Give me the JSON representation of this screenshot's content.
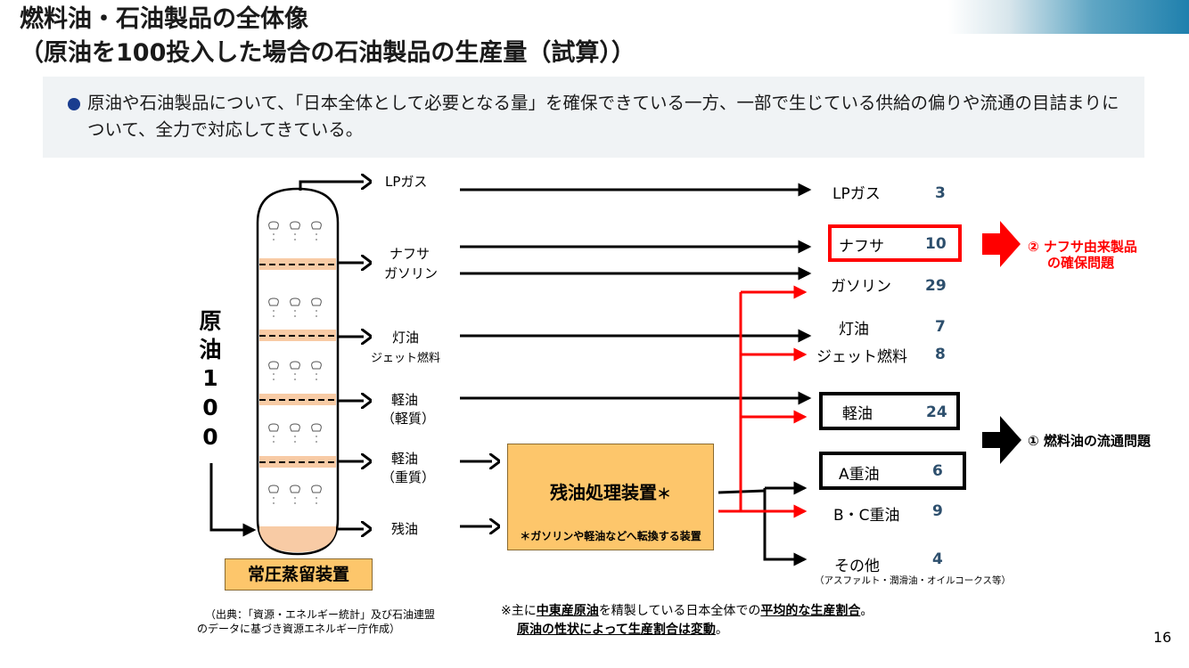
{
  "title": {
    "line1": "燃料油・石油製品の全体像",
    "line2": "（原油を100投入した場合の石油製品の生産量（試算））"
  },
  "summary": "原油や石油製品について、「日本全体として必要となる量」を確保できている一方、一部で生じている供給の偏りや流通の目詰まりについて、全力で対応してきている。",
  "crude": [
    "原",
    "油",
    "1",
    "0",
    "0"
  ],
  "fractions": {
    "lpg": "LPガス",
    "naphtha": "ナフサ",
    "gasoline": "ガソリン",
    "kerosene": "灯油",
    "jet": "ジェット燃料",
    "light_gasoil_1": "軽油",
    "light_gasoil_2": "（軽質）",
    "heavy_gasoil_1": "軽油",
    "heavy_gasoil_2": "（重質）",
    "residue": "残油"
  },
  "atmospheric_unit": "常圧蒸留装置",
  "residue_unit": {
    "title": "残油処理装置",
    "mark": "＊",
    "note": "＊ガソリンや軽油などへ転換する装置"
  },
  "products": [
    {
      "name": "LPガス",
      "value": "3"
    },
    {
      "name": "ナフサ",
      "value": "10"
    },
    {
      "name": "ガソリン",
      "value": "29"
    },
    {
      "name": "灯油",
      "value": "7"
    },
    {
      "name": "ジェット燃料",
      "value": "8"
    },
    {
      "name": "軽油",
      "value": "24"
    },
    {
      "name": "A重油",
      "value": "6"
    },
    {
      "name": "B・C重油",
      "value": "9"
    },
    {
      "name": "その他",
      "value": "4"
    }
  ],
  "others_note": "（アスファルト・潤滑油・オイルコークス等）",
  "issues": {
    "naphtha": {
      "line1": "② ナフサ由来製品",
      "line2": "の確保問題",
      "color": "#ff0000"
    },
    "fuel": {
      "text": "① 燃料油の流通問題"
    }
  },
  "source": {
    "line1": "（出典：「資源・エネルギー統計」及び石油連盟",
    "line2": "のデータに基づき資源エネルギー庁作成）"
  },
  "footnote": {
    "p1": "※主に",
    "b1": "中東産原油",
    "p2": "を精製している日本全体での",
    "b2": "平均的な生産割合",
    "p3": "。",
    "b3": "原油の性状によって生産割合は変動",
    "p4": "。"
  },
  "page_number": "16",
  "colors": {
    "accent_red": "#ff0000",
    "box_fill": "#fdc66b",
    "tray_fill": "#f8cba5",
    "number_blue": "#2d4f6d"
  }
}
